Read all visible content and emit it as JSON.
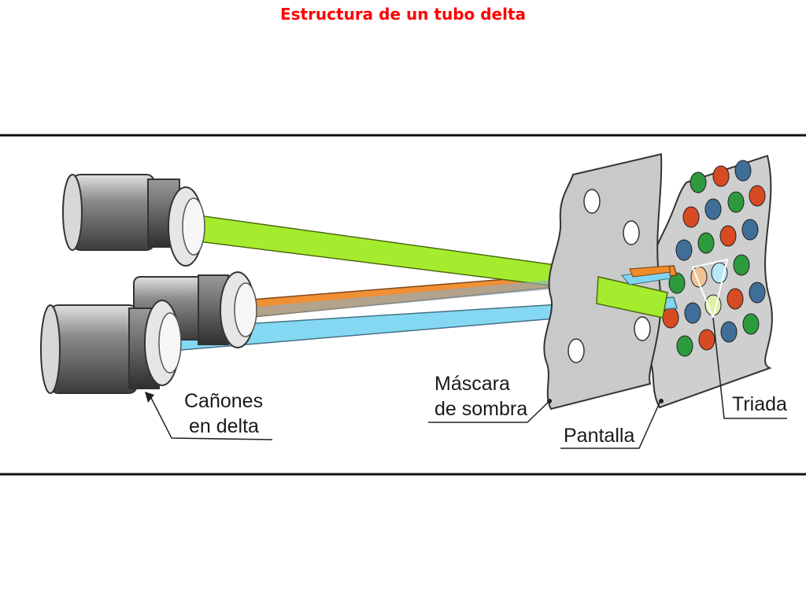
{
  "title": "Estructura de un tubo delta",
  "labels": {
    "guns": [
      "Cañones",
      "en delta"
    ],
    "mask": [
      "Máscara",
      "de sombra"
    ],
    "screen": "Pantalla",
    "triad": "Triada"
  },
  "colors": {
    "title": "#ff0000",
    "beam_green": "#a6ec2e",
    "beam_orange": "#f08a2a",
    "beam_blue": "#7fd6f2",
    "phosphor_red": "#d84a22",
    "phosphor_green": "#2e9a3e",
    "phosphor_blue": "#3f6e98",
    "panel": "#c9c9c9"
  }
}
